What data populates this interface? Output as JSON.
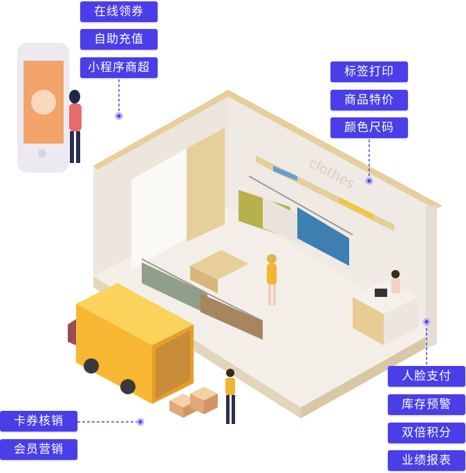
{
  "top_left_tags": [
    "在线领券",
    "自助充值",
    "小程序商超"
  ],
  "top_right_tags": [
    "标签打印",
    "商品特价",
    "颜色尺码"
  ],
  "bottom_right_tags": [
    "人脸支付",
    "库存预警",
    "双倍积分",
    "业绩报表"
  ],
  "bottom_left_tags": [
    "卡券核销",
    "会员营销"
  ],
  "wall_sign": "clothes",
  "colors": {
    "tag_bg": "#4a3ee8",
    "tag_text": "#ffffff",
    "truck": "#f7b733",
    "wall": "#ede6dc",
    "floor": "#f3efe8"
  }
}
